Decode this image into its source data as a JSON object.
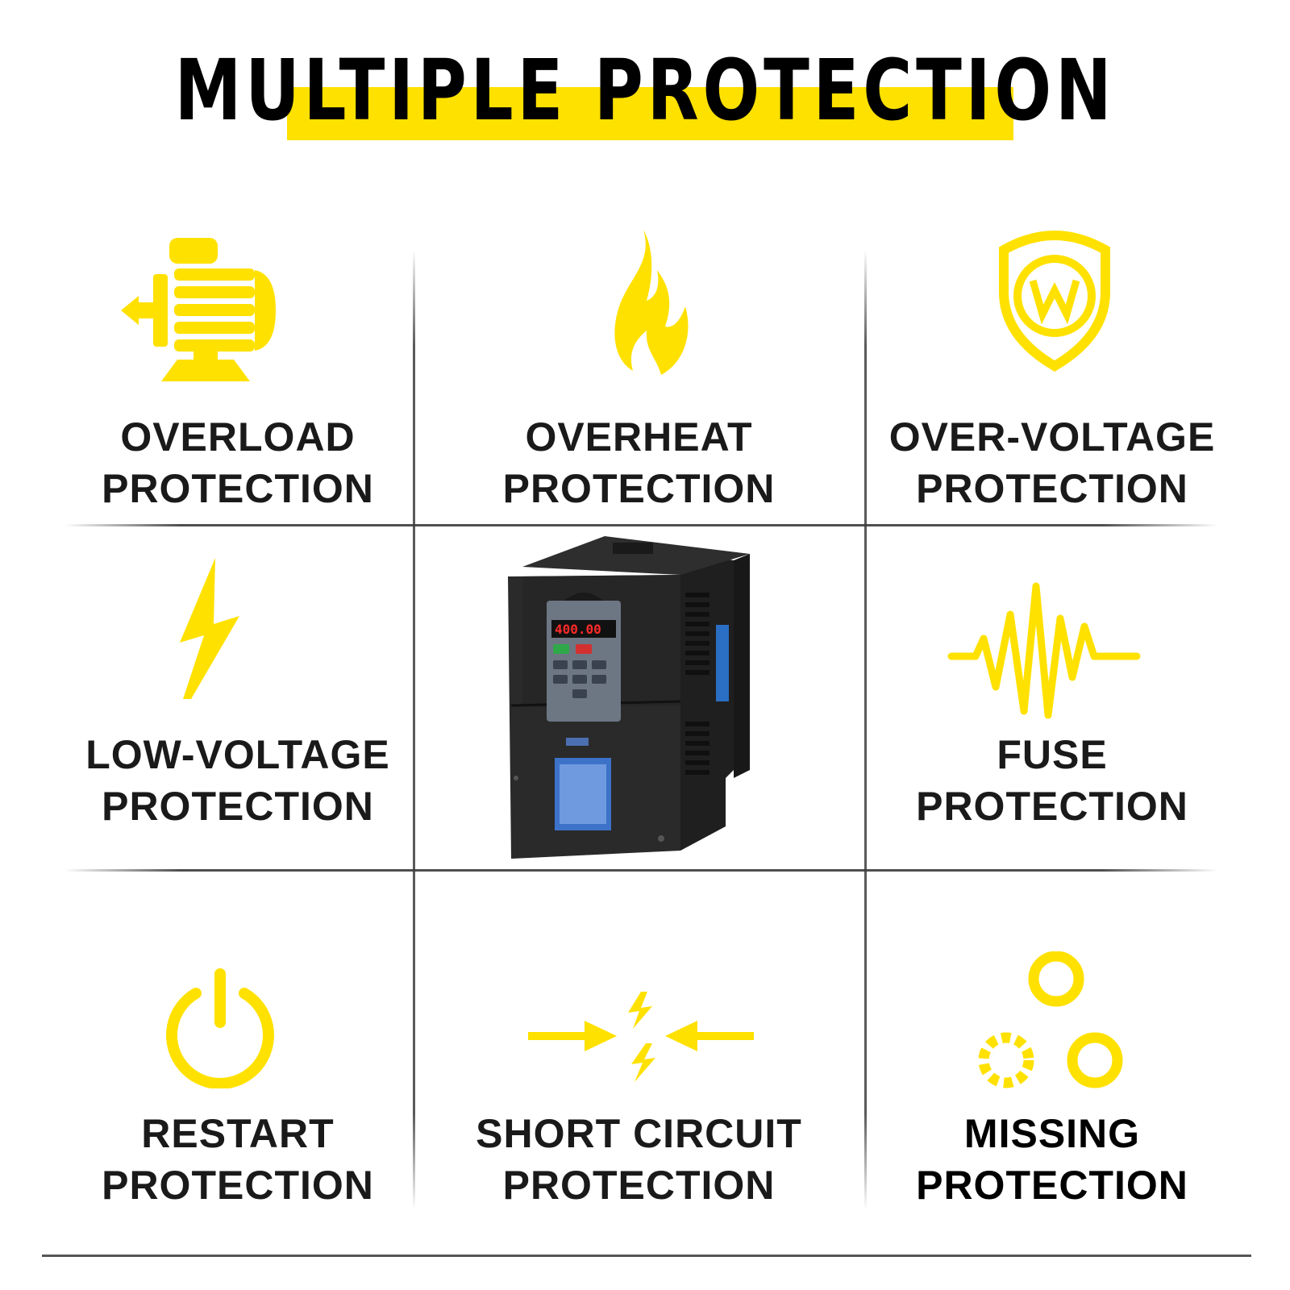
{
  "title": "MULTIPLE PROTECTION",
  "colors": {
    "accent": "#FFE100",
    "icon": "#FFE100",
    "text": "#1A1A1A",
    "product_body": "#2A2A2A"
  },
  "cells": [
    {
      "icon": "motor-icon",
      "line1": "OVERLOAD",
      "line2": "PROTECTION"
    },
    {
      "icon": "flame-icon",
      "line1": "OVERHEAT",
      "line2": "PROTECTION"
    },
    {
      "icon": "shield-w-icon",
      "line1": "OVER-VOLTAGE",
      "line2": "PROTECTION"
    },
    {
      "icon": "lightning-icon",
      "line1": "LOW-VOLTAGE",
      "line2": "PROTECTION"
    },
    {
      "icon": "product-image",
      "line1": "",
      "line2": ""
    },
    {
      "icon": "waveform-icon",
      "line1": "FUSE",
      "line2": "PROTECTION"
    },
    {
      "icon": "power-icon",
      "line1": "RESTART",
      "line2": "PROTECTION"
    },
    {
      "icon": "short-circuit-icon",
      "line1": "SHORT CIRCUIT",
      "line2": "PROTECTION"
    },
    {
      "icon": "missing-phase-icon",
      "line1": "MISSING",
      "line2": "PROTECTION"
    }
  ],
  "product": {
    "display_reading": "400.00"
  }
}
